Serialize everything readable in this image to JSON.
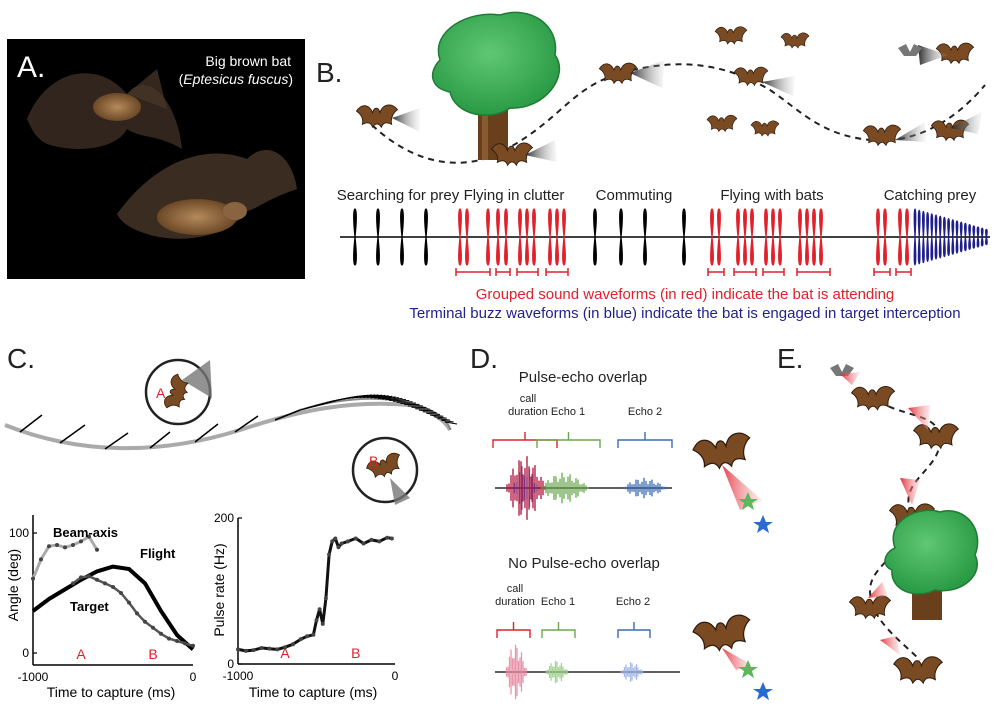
{
  "panels": {
    "a": {
      "label": "A.",
      "caption_line1": "Big brown bat",
      "caption_line2_open": "(",
      "caption_line2_species": "Eptesicus fuscus",
      "caption_line2_close": ")"
    },
    "b": {
      "label": "B.",
      "phases": [
        "Searching for prey",
        "Flying in clutter",
        "Commuting",
        "Flying with bats",
        "Catching prey"
      ],
      "note_red": "Grouped sound waveforms (in red) indicate the bat is attending",
      "note_blue": "Terminal buzz waveforms (in blue) indicate the bat is engaged in target interception"
    },
    "c": {
      "label": "C.",
      "marker_a": "A",
      "marker_b": "B"
    },
    "d": {
      "label": "D.",
      "overlap_title": "Pulse-echo overlap",
      "no_overlap_title": "No Pulse-echo overlap",
      "call_label_line1": "call",
      "call_label_line2": "duration",
      "echo1": "Echo 1",
      "echo2": "Echo 2"
    },
    "e": {
      "label": "E."
    }
  },
  "colors": {
    "grouped": "#e0212b",
    "buzz": "#1f1f8c",
    "bat": "#7a4a22",
    "tree": "#2fa84f",
    "echo1": "#6aa84f",
    "echo2": "#3d6bb3",
    "star_green": "#5cb85c",
    "star_blue": "#2a6bd1"
  },
  "chart_data": [
    {
      "type": "line",
      "xlabel": "Time to capture (ms)",
      "ylabel": "Angle (deg)",
      "xlim": [
        -1000,
        0
      ],
      "ylim": [
        -10,
        115
      ],
      "xticks": [
        "-1000",
        "0"
      ],
      "yticks": [
        "0",
        "100"
      ],
      "annotations": [
        "A",
        "B"
      ],
      "series": [
        {
          "name": "Beam-axis",
          "x": [
            -1000,
            -950,
            -900,
            -850,
            -800,
            -750,
            -700,
            -650,
            -600
          ],
          "y": [
            62,
            78,
            89,
            90,
            88,
            90,
            93,
            97,
            86
          ]
        },
        {
          "name": "Flight",
          "x": [
            -1000,
            -900,
            -800,
            -700,
            -600,
            -500,
            -400,
            -300,
            -200,
            -100,
            0
          ],
          "y": [
            35,
            45,
            53,
            61,
            68,
            72,
            70,
            58,
            35,
            15,
            3
          ]
        },
        {
          "name": "Target",
          "x": [
            -750,
            -700,
            -650,
            -600,
            -550,
            -500,
            -450,
            -400,
            -350,
            -300,
            -250,
            -200,
            -150,
            -100,
            -50,
            0
          ],
          "y": [
            58,
            63,
            64,
            61,
            58,
            55,
            50,
            42,
            33,
            26,
            21,
            16,
            12,
            10,
            8,
            6
          ]
        }
      ]
    },
    {
      "type": "line",
      "xlabel": "Time to capture (ms)",
      "ylabel": "Pulse rate (Hz)",
      "xlim": [
        -1000,
        0
      ],
      "ylim": [
        0,
        200
      ],
      "xticks": [
        "-1000",
        "0"
      ],
      "yticks": [
        "0",
        "200"
      ],
      "annotations": [
        "A",
        "B"
      ],
      "series": [
        {
          "x": [
            -1000,
            -950,
            -900,
            -850,
            -800,
            -750,
            -700,
            -650,
            -600,
            -560,
            -520,
            -500,
            -480,
            -460,
            -440,
            -420,
            -400,
            -380,
            -360,
            -340,
            -300,
            -250,
            -200,
            -150,
            -100,
            -50,
            -20
          ],
          "y": [
            20,
            18,
            19,
            22,
            21,
            20,
            23,
            27,
            34,
            38,
            40,
            60,
            75,
            55,
            90,
            150,
            168,
            172,
            160,
            165,
            168,
            172,
            165,
            170,
            168,
            173,
            172
          ]
        }
      ]
    }
  ]
}
